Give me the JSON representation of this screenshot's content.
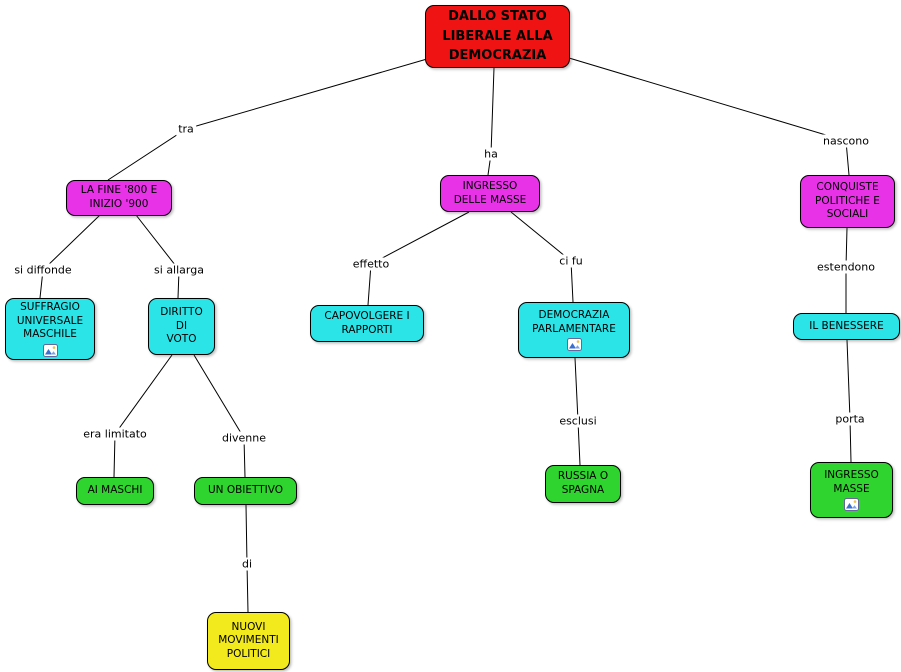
{
  "diagram_type": "concept-map",
  "palette": {
    "root": "#f01313",
    "level1": "#e832e8",
    "level2": "#2ae4e8",
    "level3": "#2fd42f",
    "highlight": "#f2ea1c",
    "line": "#000000",
    "background": "#ffffff"
  },
  "nodes": {
    "root": {
      "label": "DALLO STATO\nLIBERALE ALLA\nDEMOCRAZIA",
      "color": "#f01313"
    },
    "la_fine_800": {
      "label": "LA FINE '800 E\nINIZIO '900",
      "color": "#e832e8"
    },
    "ingresso_delle_masse": {
      "label": "INGRESSO\nDELLE MASSE",
      "color": "#e832e8"
    },
    "conquiste": {
      "label": "CONQUISTE\nPOLITICHE E\nSOCIALI",
      "color": "#e832e8"
    },
    "suffragio": {
      "label": "SUFFRAGIO\nUNIVERSALE\nMASCHILE",
      "color": "#2ae4e8",
      "icon": "image-resource-icon"
    },
    "diritto_di_voto": {
      "label": "DIRITTO\nDI\nVOTO",
      "color": "#2ae4e8"
    },
    "capovolgere": {
      "label": "CAPOVOLGERE I\nRAPPORTI",
      "color": "#2ae4e8"
    },
    "democrazia_parlamentare": {
      "label": "DEMOCRAZIA\nPARLAMENTARE",
      "color": "#2ae4e8",
      "icon": "image-resource-icon"
    },
    "il_benessere": {
      "label": "IL BENESSERE",
      "color": "#2ae4e8"
    },
    "ai_maschi": {
      "label": "AI MASCHI",
      "color": "#2fd42f"
    },
    "un_obiettivo": {
      "label": "UN OBIETTIVO",
      "color": "#2fd42f"
    },
    "russia_o_spagna": {
      "label": "RUSSIA O\nSPAGNA",
      "color": "#2fd42f"
    },
    "ingresso_masse": {
      "label": "INGRESSO\nMASSE",
      "color": "#2fd42f",
      "icon": "image-resource-icon"
    },
    "nuovi_movimenti": {
      "label": "NUOVI\nMOVIMENTI\nPOLITICI",
      "color": "#f2ea1c"
    }
  },
  "edges": {
    "tra": {
      "label": "tra",
      "from": "root",
      "to": "la_fine_800"
    },
    "ha": {
      "label": "ha",
      "from": "root",
      "to": "ingresso_delle_masse"
    },
    "nascono": {
      "label": "nascono",
      "from": "root",
      "to": "conquiste"
    },
    "si_diffonde": {
      "label": "si diffonde",
      "from": "la_fine_800",
      "to": "suffragio"
    },
    "si_allarga": {
      "label": "si allarga",
      "from": "la_fine_800",
      "to": "diritto_di_voto"
    },
    "effetto": {
      "label": "effetto",
      "from": "ingresso_delle_masse",
      "to": "capovolgere"
    },
    "ci_fu": {
      "label": "ci fu",
      "from": "ingresso_delle_masse",
      "to": "democrazia_parlamentare"
    },
    "estendono": {
      "label": "estendono",
      "from": "conquiste",
      "to": "il_benessere"
    },
    "era_limitato": {
      "label": "era limitato",
      "from": "diritto_di_voto",
      "to": "ai_maschi"
    },
    "divenne": {
      "label": "divenne",
      "from": "diritto_di_voto",
      "to": "un_obiettivo"
    },
    "esclusi": {
      "label": "esclusi",
      "from": "democrazia_parlamentare",
      "to": "russia_o_spagna"
    },
    "porta": {
      "label": "porta",
      "from": "il_benessere",
      "to": "ingresso_masse"
    },
    "di": {
      "label": "di",
      "from": "un_obiettivo",
      "to": "nuovi_movimenti"
    }
  }
}
